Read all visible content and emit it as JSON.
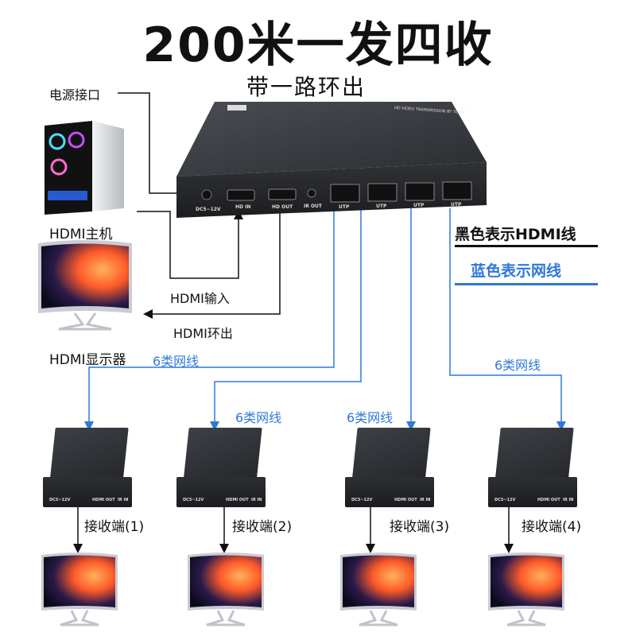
{
  "header": {
    "title": "200米一发四收",
    "subtitle": "带一路环出"
  },
  "labels": {
    "power": "电源接口",
    "hdmi_host": "HDMI主机",
    "hdmi_in": "HDMI输入",
    "hdmi_loop": "HDMI环出",
    "hdmi_display": "HDMI显示器"
  },
  "legend": {
    "black": "黑色表示HDMI线",
    "blue": "蓝色表示网线"
  },
  "cable_label": "6类网线",
  "transmitter": {
    "top_text": "HD VIDEO TRANSMISSION BY TCP/IP",
    "ports": [
      "DC5~12V",
      "HD IN",
      "HD OUT",
      "IR OUT",
      "UTP",
      "UTP",
      "UTP",
      "UTP"
    ]
  },
  "receiver_ports": [
    "DC5~12V",
    "HDMI OUT",
    "IR IN"
  ],
  "receivers": [
    "接收端(1)",
    "接收端(2)",
    "接收端(3)",
    "接收端(4)"
  ],
  "colors": {
    "blue_line": "#2f78d8",
    "black_line": "#111111",
    "device": "#2b2d31"
  }
}
